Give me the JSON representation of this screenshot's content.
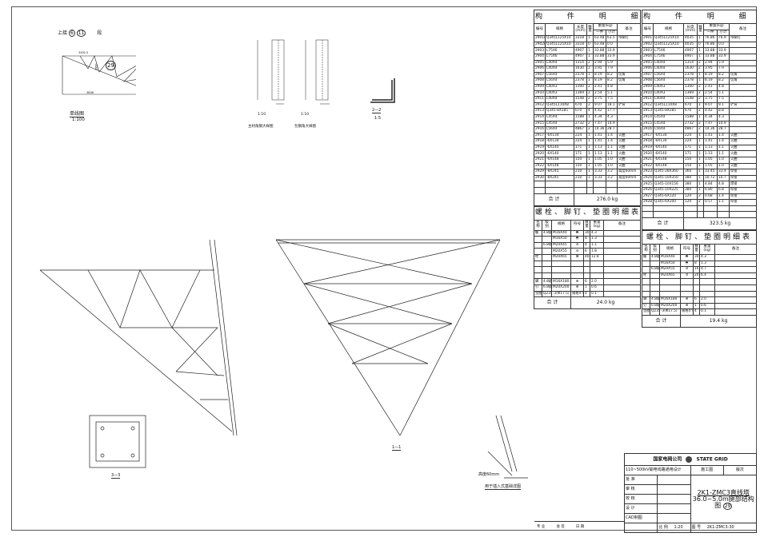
{
  "single_line": {
    "title_prefix": "上接",
    "seg_a": "6",
    "seg_b": "11",
    "title_suffix": "段",
    "dim_top": "3492.5",
    "dim_bottom": "3808",
    "dim_side": "3950",
    "badge": "29",
    "caption": "单线图",
    "scale": "1:100"
  },
  "detail_views": [
    {
      "caption": "主材角钢大样图",
      "scale": "1:10"
    },
    {
      "caption": "包钢角大样图",
      "scale": "1:10"
    },
    {
      "caption": "2—2",
      "scale": "1:5"
    }
  ],
  "section_views": {
    "section_1": "1—1",
    "section_3": "3—3",
    "foot_caption": "用于插入式基础详图",
    "foot_note": "高度60mm"
  },
  "parts_table_left": {
    "title": "构 件 明 细 表(插入式)",
    "headers": {
      "no": "编号",
      "spec": "规格",
      "length": "长度(mm)",
      "qty": "数量",
      "weight": "重量(kg)",
      "each": "一件",
      "sub": "小计",
      "note": "备注"
    },
    "rows": [
      [
        "2901A",
        "Q345L125X10",
        "3318",
        "1",
        "63.48",
        "63.5",
        "带脚钉"
      ],
      [
        "2902A",
        "Q345L125X10",
        "3318",
        "0",
        "63.48",
        "0.0",
        ""
      ],
      [
        "2903",
        "L75X6",
        "4907",
        "1",
        "33.88",
        "33.9",
        ""
      ],
      [
        "2904",
        "L75X6",
        "4907",
        "1",
        "33.88",
        "33.9",
        ""
      ],
      [
        "2905",
        "L40X4",
        "1314",
        "2",
        "2.94",
        "5.9",
        ""
      ],
      [
        "2906",
        "L40X4",
        "1630",
        "2",
        "3.95",
        "7.9",
        ""
      ],
      [
        "2907",
        "L56X4",
        "2378",
        "1",
        "8.19",
        "8.2",
        "切角"
      ],
      [
        "2908",
        "L56X4",
        "2378",
        "1",
        "8.19",
        "8.2",
        "切角"
      ],
      [
        "2909",
        "L40X3",
        "1300",
        "2",
        "2.41",
        "4.8",
        ""
      ],
      [
        "2910",
        "L40X3",
        "1369",
        "2",
        "2.54",
        "5.1",
        ""
      ],
      [
        "2911",
        "L40X4",
        "1548",
        "2",
        "3.75",
        "7.5",
        ""
      ],
      [
        "2912",
        "Q345L110X8",
        "670",
        "2",
        "9.07",
        "18.1",
        "铲背"
      ],
      [
        "2913",
        "Q345-8X185",
        "670",
        "4",
        "4.42",
        "17.7",
        ""
      ],
      [
        "2914",
        "L45X4",
        "1588",
        "1",
        "4.34",
        "4.3",
        ""
      ],
      [
        "2915",
        "L45X4",
        "2732",
        "2",
        "7.47",
        "14.9",
        ""
      ],
      [
        "2916",
        "L56X4",
        "4867",
        "2",
        "14.36",
        "28.7",
        ""
      ],
      [
        "2917",
        "-6X134",
        "224",
        "1",
        "1.41",
        "1.4",
        "火曲"
      ],
      [
        "2918",
        "-6X134",
        "224",
        "1",
        "1.41",
        "1.4",
        "火曲"
      ],
      [
        "2919",
        "-6X140",
        "171",
        "1",
        "1.13",
        "1.1",
        "火曲"
      ],
      [
        "2920",
        "-6X140",
        "171",
        "1",
        "1.13",
        "1.1",
        "火曲"
      ],
      [
        "2921",
        "-6X148",
        "150",
        "1",
        "1.05",
        "1.0",
        "火曲"
      ],
      [
        "2922",
        "-6X148",
        "150",
        "1",
        "1.05",
        "1.0",
        "火曲"
      ],
      [
        "2929",
        "-8X245",
        "210",
        "1",
        "3.33",
        "3.2",
        "高度60mm"
      ],
      [
        "2930",
        "-8X245",
        "210",
        "1",
        "3.33",
        "3.2",
        "高度60mm"
      ]
    ],
    "total_label": "合 计",
    "total": "276.0 kg"
  },
  "parts_table_right": {
    "title": "构 件 明 细 表(座板式)",
    "headers": {
      "no": "编号",
      "spec": "规格",
      "length": "长度(mm)",
      "qty": "数量",
      "weight": "重量(kg)",
      "each": "一件",
      "sub": "小计",
      "note": "备注"
    },
    "rows": [
      [
        "2901",
        "Q345L125X10",
        "4035",
        "1",
        "76.86",
        "76.9",
        "带脚钉"
      ],
      [
        "2902",
        "Q345L125X10",
        "4035",
        "0",
        "76.86",
        "0.0",
        ""
      ],
      [
        "2903",
        "L75X6",
        "4907",
        "1",
        "33.88",
        "33.9",
        ""
      ],
      [
        "2904",
        "L75X6",
        "4907",
        "1",
        "33.88",
        "33.9",
        ""
      ],
      [
        "2905",
        "L40X4",
        "1314",
        "2",
        "2.94",
        "5.9",
        ""
      ],
      [
        "2906",
        "L40X4",
        "1630",
        "2",
        "3.95",
        "7.9",
        ""
      ],
      [
        "2907",
        "L56X4",
        "2378",
        "1",
        "8.19",
        "8.2",
        "切角"
      ],
      [
        "2908",
        "L56X4",
        "2378",
        "1",
        "8.19",
        "8.2",
        "切角"
      ],
      [
        "2909",
        "L40X3",
        "1300",
        "2",
        "2.41",
        "4.8",
        ""
      ],
      [
        "2910",
        "L40X3",
        "1369",
        "2",
        "2.54",
        "5.1",
        ""
      ],
      [
        "2911",
        "L40X4",
        "1548",
        "2",
        "3.75",
        "7.5",
        ""
      ],
      [
        "2912",
        "Q345L110X8",
        "670",
        "1",
        "9.07",
        "9.1",
        "铲背"
      ],
      [
        "2913",
        "Q345-8X185",
        "670",
        "2",
        "4.42",
        "8.8",
        ""
      ],
      [
        "2914",
        "L45X4",
        "1588",
        "1",
        "4.34",
        "4.3",
        ""
      ],
      [
        "2915",
        "L45X4",
        "2732",
        "2",
        "7.47",
        "14.9",
        ""
      ],
      [
        "2916",
        "L56X4",
        "4867",
        "2",
        "14.36",
        "28.7",
        ""
      ],
      [
        "2917",
        "-6X134",
        "224",
        "1",
        "1.41",
        "1.4",
        "火曲"
      ],
      [
        "2918",
        "-6X134",
        "224",
        "1",
        "1.41",
        "1.4",
        "火曲"
      ],
      [
        "2919",
        "-6X140",
        "171",
        "1",
        "1.13",
        "1.1",
        "火曲"
      ],
      [
        "2920",
        "-6X140",
        "171",
        "1",
        "1.13",
        "1.1",
        "火曲"
      ],
      [
        "2921",
        "-6X148",
        "150",
        "1",
        "1.05",
        "1.0",
        "火曲"
      ],
      [
        "2922",
        "-6X148",
        "150",
        "1",
        "1.05",
        "1.0",
        "火曲"
      ],
      [
        "2923",
        "Q345-28X360",
        "360",
        "1",
        "33.45",
        "33.4",
        "焊接"
      ],
      [
        "2924",
        "Q345-10X350",
        "380",
        "1",
        "10.72",
        "10.7",
        "焊接"
      ],
      [
        "2925",
        "Q345-10X156",
        "380",
        "1",
        "4.84",
        "4.8",
        "焊接"
      ],
      [
        "2926",
        "Q345-10X225",
        "380",
        "1",
        "6.80",
        "6.8",
        "焊接"
      ],
      [
        "2927",
        "Q345-6X120",
        "120",
        "2",
        "0.68",
        "1.4",
        "焊接"
      ],
      [
        "2928",
        "Q345-6X100",
        "120",
        "2",
        "0.57",
        "1.1",
        "焊接"
      ]
    ],
    "total_label": "合 计",
    "total": "323.5 kg"
  },
  "bolt_table_left": {
    "title": "螺栓、脚钉、垫圈明细表",
    "headers": {
      "name": "名称",
      "grade": "级别",
      "spec": "规格",
      "symbol": "符号",
      "qty": "数量",
      "weight": "重量(kg)",
      "note": "备注"
    },
    "rows": [
      [
        "螺",
        "4.8级",
        "M16X40",
        "30",
        "4.3"
      ],
      [
        "",
        "",
        "M16X50",
        "8",
        "1.3"
      ],
      [
        "",
        "6.8级",
        "M20X45",
        "4",
        "1.1"
      ],
      [
        "",
        "",
        "M20X55",
        "6",
        "1.8"
      ],
      [
        "栓",
        "",
        "M20X65",
        "40",
        "12.8"
      ],
      [
        "脚",
        "4.8级",
        "M16X180",
        "6",
        "2.0"
      ],
      [
        "钉",
        "6.8级",
        "M20X200",
        "1",
        "0.6"
      ],
      [
        "垫圈",
        "Q235",
        "-3(Φ17.5)",
        "4",
        "0.1"
      ]
    ],
    "washer_symbol": "规格X个数",
    "total_label": "合 计",
    "total": "24.0 kg"
  },
  "bolt_table_right": {
    "title": "螺栓、脚钉、垫圈明细表",
    "headers": {
      "name": "名称",
      "grade": "级别",
      "spec": "规格",
      "symbol": "符号",
      "qty": "数量",
      "weight": "重量(kg)",
      "note": "备注"
    },
    "rows": [
      [
        "螺",
        "4.8级",
        "M16X40",
        "30",
        "4.3"
      ],
      [
        "",
        "",
        "M16X50",
        "8",
        "1.3"
      ],
      [
        "",
        "6.8级",
        "M20X55",
        "16",
        "4.7"
      ],
      [
        "栓",
        "",
        "M20X65",
        "20",
        "6.4"
      ],
      [
        "脚",
        "4.8级",
        "M16X180",
        "6",
        "2.0"
      ],
      [
        "钉",
        "6.8级",
        "M20X200",
        "1",
        "0.6"
      ],
      [
        "垫圈",
        "Q235",
        "-3(Φ17.5)",
        "4",
        "0.1"
      ]
    ],
    "washer_symbol": "规格X个数",
    "total_label": "合 计",
    "total": "19.4 kg"
  },
  "title_block": {
    "company": "国家电网公司",
    "brand": "STATE GRID",
    "project": "110~500kV输电线路通用设计",
    "stage": "施工图",
    "version": "版次",
    "roles": [
      "批 准",
      "审 核",
      "校 核",
      "设 计",
      "CAD制图"
    ],
    "drawing_title_1": "2K1-ZMC3直线塔",
    "drawing_title_2": "36.0~5.0m腿部结构图",
    "drawing_badge": "29",
    "scale_label": "比 例",
    "scale": "1:20",
    "number_label": "图 号",
    "number": "2K1-ZMC3-30",
    "bottom_labels": [
      "专 业",
      "会 签",
      "日 期"
    ]
  }
}
